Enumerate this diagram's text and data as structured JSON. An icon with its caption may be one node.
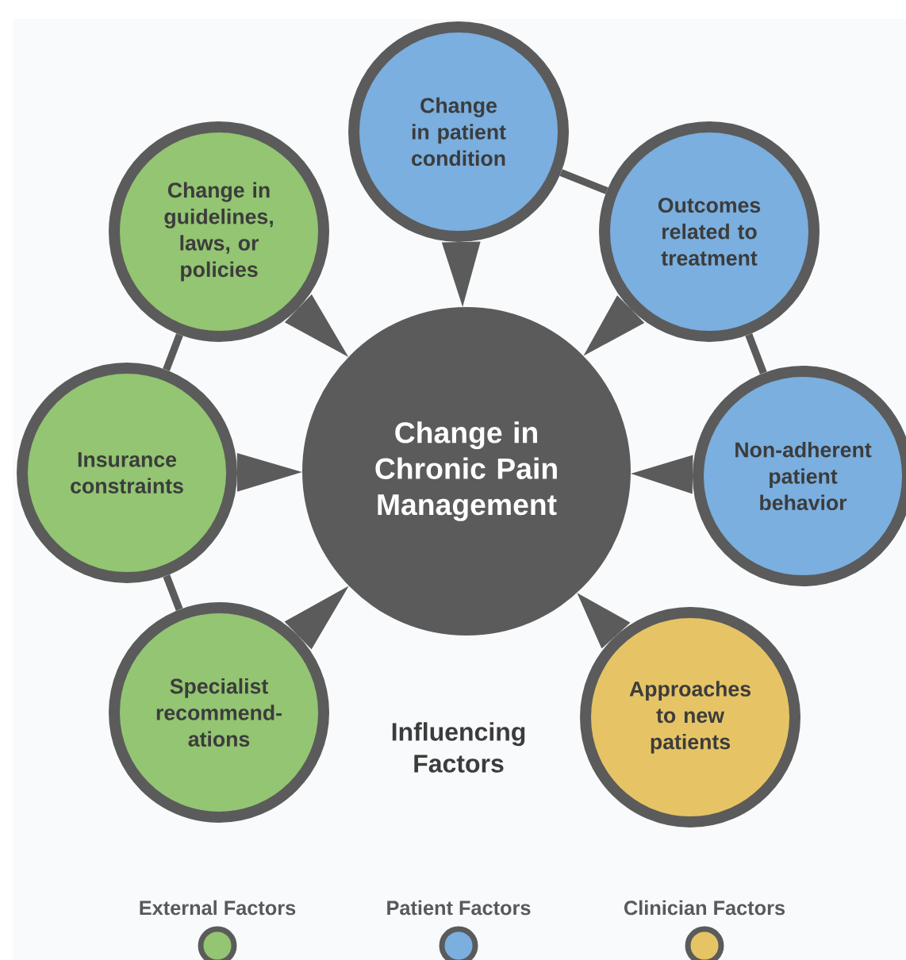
{
  "diagram": {
    "nodes": [
      {
        "text": [
          "Change in patient condition"
        ]
      },
      {
        "text": [
          "Change in guidelines, laws, or policies"
        ]
      },
      {
        "text": [
          "Outcomes related to treatment"
        ]
      },
      {
        "text": [
          "Change in Chronic Pain Management"
        ]
      },
      {
        "text": [
          "Insurance constraints"
        ]
      },
      {
        "text": [
          "Non-adherent patient behavior"
        ]
      },
      {
        "text": [
          "Specialist recommend-ations"
        ]
      },
      {
        "text": [
          "Approaches to new patients"
        ]
      }
    ],
    "edges": [
      {
        "from": 0,
        "to": 3,
        "arrow": "to"
      },
      {
        "from": 1,
        "to": 3,
        "arrow": "to"
      },
      {
        "from": 2,
        "to": 3,
        "arrow": "to"
      },
      {
        "from": 4,
        "to": 3,
        "arrow": "to"
      },
      {
        "from": 5,
        "to": 3,
        "arrow": "to"
      },
      {
        "from": 6,
        "to": 3,
        "arrow": "to"
      },
      {
        "from": 7,
        "to": 3,
        "arrow": "to"
      },
      {
        "from": 0,
        "to": 2,
        "arrow": "none",
        "style": "thick"
      },
      {
        "from": 2,
        "to": 5,
        "arrow": "none",
        "style": "thick"
      },
      {
        "from": 1,
        "to": 4,
        "arrow": "none",
        "style": "thick"
      },
      {
        "from": 4,
        "to": 6,
        "arrow": "none",
        "style": "thick"
      }
    ],
    "labels": [
      "Influencing Factors"
    ],
    "legend": [
      {
        "text": "External Factors",
        "color": "#93c572"
      },
      {
        "text": "Patient Factors",
        "color": "#7aafdf"
      },
      {
        "text": "Clinician Factors",
        "color": "#e6c465"
      }
    ]
  }
}
